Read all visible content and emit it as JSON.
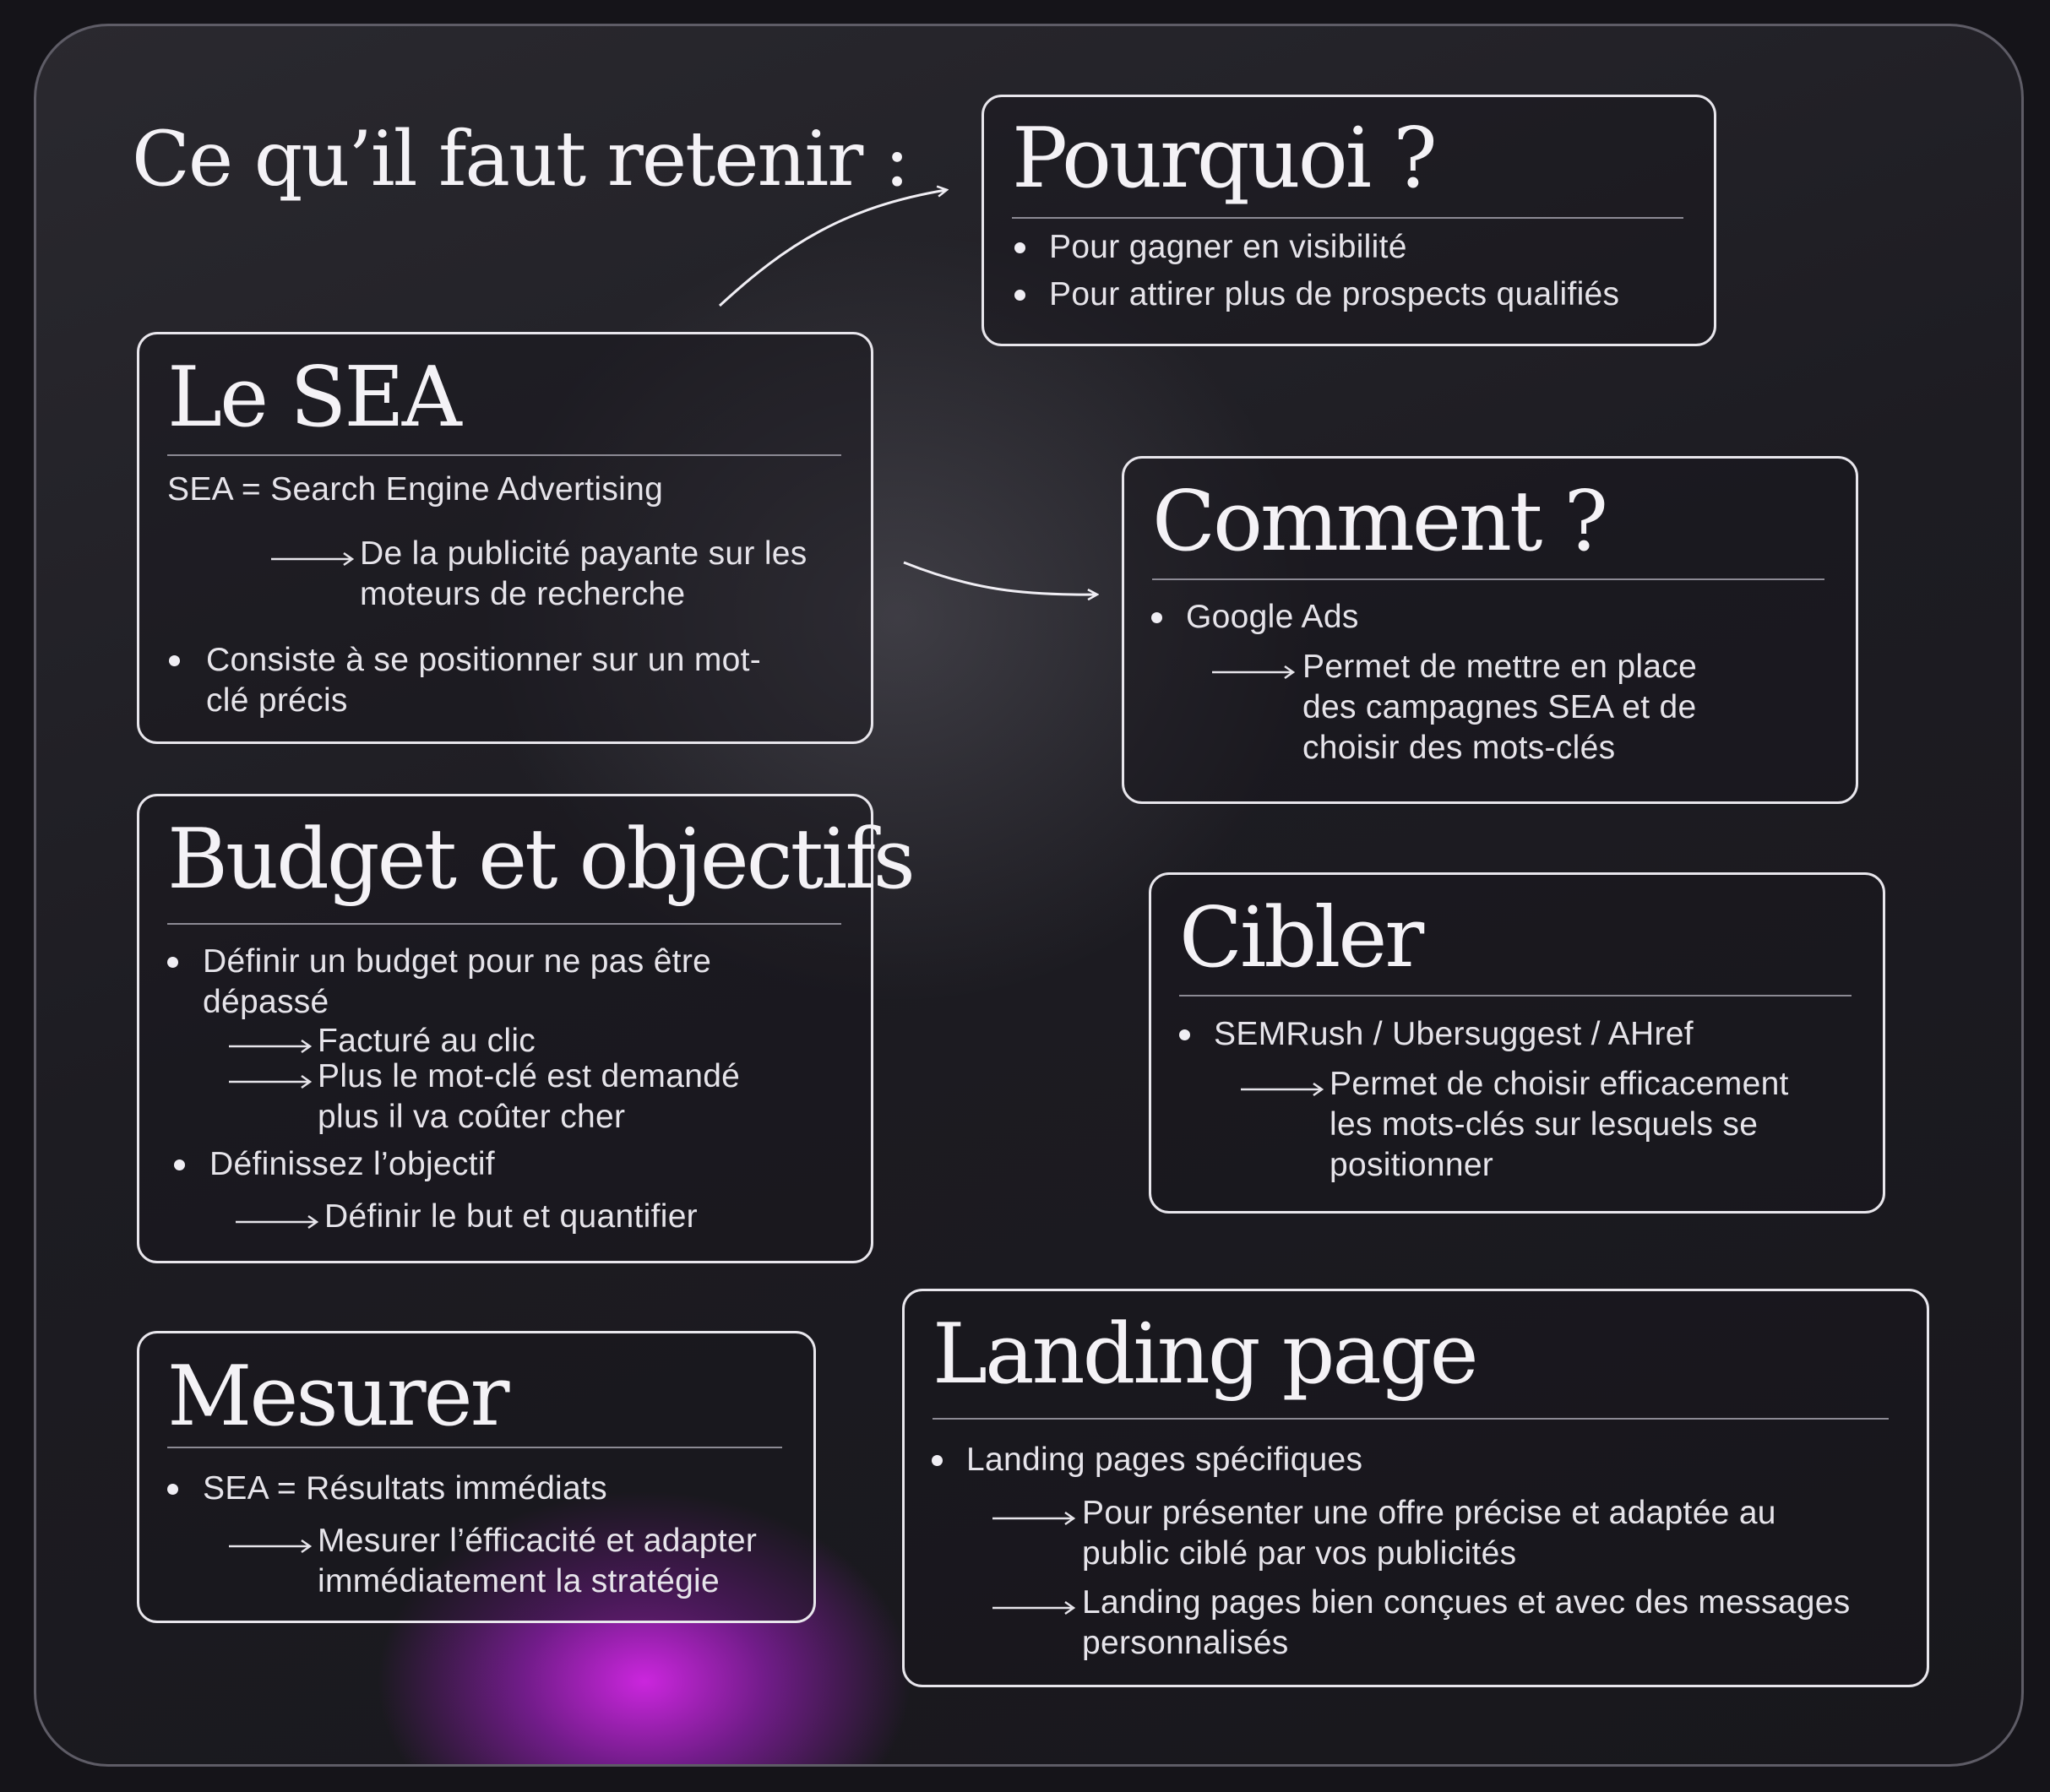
{
  "title": "Ce qu’il faut retenir :",
  "cards": {
    "pourquoi": {
      "heading": "Pourquoi ?",
      "items": [
        "Pour gagner en visibilité",
        "Pour attirer plus de prospects qualifiés"
      ]
    },
    "sea": {
      "heading": "Le SEA",
      "definition": "SEA  =  Search Engine Advertising",
      "arrow_lines": [
        "De la publicité payante sur les",
        "moteurs de recherche"
      ],
      "bullet_lines": [
        "Consiste à se positionner sur un mot-",
        "clé précis"
      ]
    },
    "comment": {
      "heading": "Comment ?",
      "bullet": "Google Ads",
      "arrow_lines": [
        "Permet de mettre en place",
        "des campagnes SEA et de",
        "choisir des mots-clés"
      ]
    },
    "budget": {
      "heading": "Budget et objectifs",
      "bullet1_lines": [
        "Définir un budget pour ne pas être",
        "dépassé"
      ],
      "arrow1": "Facturé au clic",
      "arrow2_lines": [
        "Plus le mot-clé est demandé",
        "plus il va coûter cher"
      ],
      "bullet2": "Définissez l’objectif",
      "arrow3": "Définir le but et quantifier"
    },
    "cibler": {
      "heading": "Cibler",
      "bullet": "SEMRush / Ubersuggest / AHref",
      "arrow_lines": [
        "Permet de choisir efficacement",
        "les mots-clés sur lesquels se",
        "positionner"
      ]
    },
    "mesurer": {
      "heading": "Mesurer",
      "bullet": "SEA  =  Résultats immédiats",
      "arrow_lines": [
        "Mesurer l’éfficacité et adapter",
        "immédiatement la stratégie"
      ]
    },
    "landing": {
      "heading": "Landing page",
      "bullet": "Landing pages spécifiques",
      "arrow1_lines": [
        "Pour présenter une offre précise et adaptée au",
        "public ciblé par vos publicités"
      ],
      "arrow2_lines": [
        "Landing pages bien conçues et avec des messages",
        "personnalisés"
      ]
    }
  },
  "colors": {
    "accent_glow": "#e628ff",
    "border": "#e8e6ec",
    "text": "#e6e4ea"
  }
}
